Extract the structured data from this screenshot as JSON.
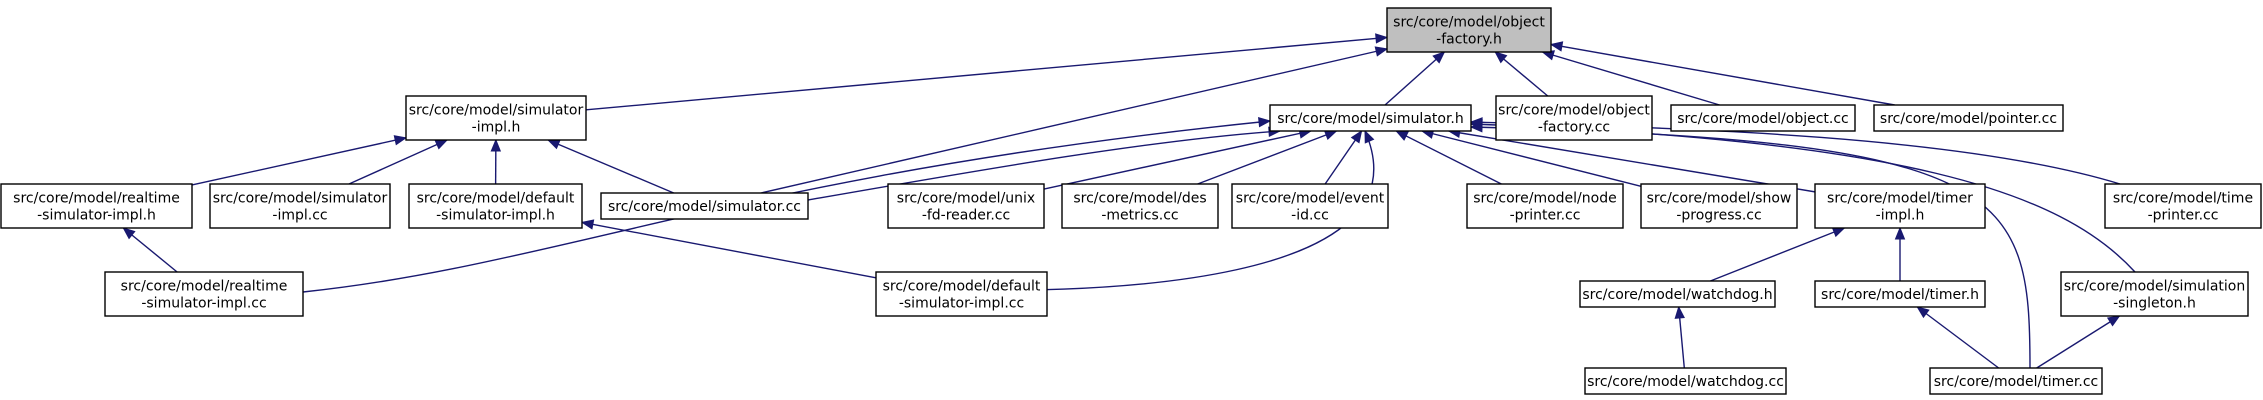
{
  "graph": {
    "nodes": [
      {
        "id": "object_factory_h",
        "lines": [
          "src/core/model/object",
          "-factory.h"
        ],
        "highlight": true
      },
      {
        "id": "simulator_impl_h",
        "lines": [
          "src/core/model/simulator",
          "-impl.h"
        ]
      },
      {
        "id": "simulator_h",
        "lines": [
          "src/core/model/simulator.h"
        ]
      },
      {
        "id": "object_factory_cc",
        "lines": [
          "src/core/model/object",
          "-factory.cc"
        ]
      },
      {
        "id": "object_cc",
        "lines": [
          "src/core/model/object.cc"
        ]
      },
      {
        "id": "pointer_cc",
        "lines": [
          "src/core/model/pointer.cc"
        ]
      },
      {
        "id": "realtime_simulator_impl_h",
        "lines": [
          "src/core/model/realtime",
          "-simulator-impl.h"
        ]
      },
      {
        "id": "simulator_impl_cc",
        "lines": [
          "src/core/model/simulator",
          "-impl.cc"
        ]
      },
      {
        "id": "default_simulator_impl_h",
        "lines": [
          "src/core/model/default",
          "-simulator-impl.h"
        ]
      },
      {
        "id": "simulator_cc",
        "lines": [
          "src/core/model/simulator.cc"
        ]
      },
      {
        "id": "unix_fd_reader_cc",
        "lines": [
          "src/core/model/unix",
          "-fd-reader.cc"
        ]
      },
      {
        "id": "des_metrics_cc",
        "lines": [
          "src/core/model/des",
          "-metrics.cc"
        ]
      },
      {
        "id": "event_id_cc",
        "lines": [
          "src/core/model/event",
          "-id.cc"
        ]
      },
      {
        "id": "node_printer_cc",
        "lines": [
          "src/core/model/node",
          "-printer.cc"
        ]
      },
      {
        "id": "show_progress_cc",
        "lines": [
          "src/core/model/show",
          "-progress.cc"
        ]
      },
      {
        "id": "timer_impl_h",
        "lines": [
          "src/core/model/timer",
          "-impl.h"
        ]
      },
      {
        "id": "time_printer_cc",
        "lines": [
          "src/core/model/time",
          "-printer.cc"
        ]
      },
      {
        "id": "realtime_simulator_impl_cc",
        "lines": [
          "src/core/model/realtime",
          "-simulator-impl.cc"
        ]
      },
      {
        "id": "default_simulator_impl_cc",
        "lines": [
          "src/core/model/default",
          "-simulator-impl.cc"
        ]
      },
      {
        "id": "watchdog_h",
        "lines": [
          "src/core/model/watchdog.h"
        ]
      },
      {
        "id": "timer_h",
        "lines": [
          "src/core/model/timer.h"
        ]
      },
      {
        "id": "simulation_singleton_h",
        "lines": [
          "src/core/model/simulation",
          "-singleton.h"
        ]
      },
      {
        "id": "watchdog_cc",
        "lines": [
          "src/core/model/watchdog.cc"
        ]
      },
      {
        "id": "timer_cc",
        "lines": [
          "src/core/model/timer.cc"
        ]
      }
    ],
    "edges": [
      {
        "from": "simulator_impl_h",
        "to": "object_factory_h"
      },
      {
        "from": "simulator_h",
        "to": "object_factory_h"
      },
      {
        "from": "object_factory_cc",
        "to": "object_factory_h"
      },
      {
        "from": "object_cc",
        "to": "object_factory_h"
      },
      {
        "from": "pointer_cc",
        "to": "object_factory_h"
      },
      {
        "from": "simulator_cc",
        "to": "object_factory_h"
      },
      {
        "from": "realtime_simulator_impl_h",
        "to": "simulator_impl_h"
      },
      {
        "from": "simulator_impl_cc",
        "to": "simulator_impl_h"
      },
      {
        "from": "default_simulator_impl_h",
        "to": "simulator_impl_h"
      },
      {
        "from": "simulator_cc",
        "to": "simulator_impl_h"
      },
      {
        "from": "simulator_cc",
        "to": "simulator_h"
      },
      {
        "from": "realtime_simulator_impl_cc",
        "to": "simulator_h"
      },
      {
        "from": "unix_fd_reader_cc",
        "to": "simulator_h"
      },
      {
        "from": "des_metrics_cc",
        "to": "simulator_h"
      },
      {
        "from": "event_id_cc",
        "to": "simulator_h"
      },
      {
        "from": "default_simulator_impl_cc",
        "to": "simulator_h"
      },
      {
        "from": "node_printer_cc",
        "to": "simulator_h"
      },
      {
        "from": "show_progress_cc",
        "to": "simulator_h"
      },
      {
        "from": "timer_impl_h",
        "to": "simulator_h"
      },
      {
        "from": "timer_cc",
        "to": "simulator_h"
      },
      {
        "from": "simulation_singleton_h",
        "to": "simulator_h"
      },
      {
        "from": "time_printer_cc",
        "to": "simulator_h"
      },
      {
        "from": "realtime_simulator_impl_cc",
        "to": "realtime_simulator_impl_h"
      },
      {
        "from": "default_simulator_impl_cc",
        "to": "default_simulator_impl_h"
      },
      {
        "from": "watchdog_h",
        "to": "timer_impl_h"
      },
      {
        "from": "timer_h",
        "to": "timer_impl_h"
      },
      {
        "from": "watchdog_cc",
        "to": "watchdog_h"
      },
      {
        "from": "timer_cc",
        "to": "timer_h"
      },
      {
        "from": "timer_cc",
        "to": "simulation_singleton_h"
      }
    ]
  }
}
